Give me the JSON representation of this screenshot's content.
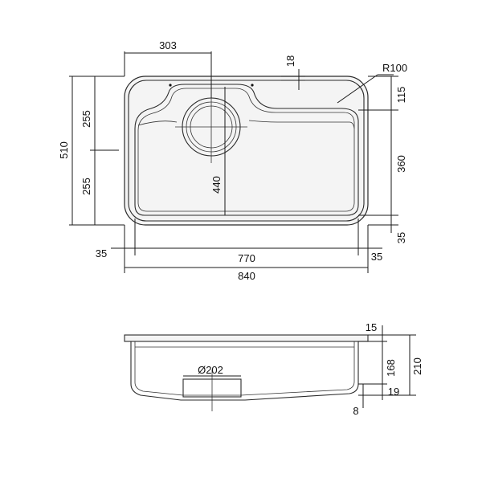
{
  "top_view": {
    "dims": {
      "d303": "303",
      "d18": "18",
      "r100": "R100",
      "d115": "115",
      "d360": "360",
      "d35_right": "35",
      "d510": "510",
      "d255_upper": "255",
      "d255_lower": "255",
      "d440": "440",
      "d35_left": "35",
      "d770": "770",
      "d35_bottom_right": "35",
      "d840": "840"
    }
  },
  "side_view": {
    "dims": {
      "d15": "15",
      "d210": "210",
      "d168": "168",
      "d202": "Ø202",
      "d19": "19",
      "d8": "8"
    }
  }
}
